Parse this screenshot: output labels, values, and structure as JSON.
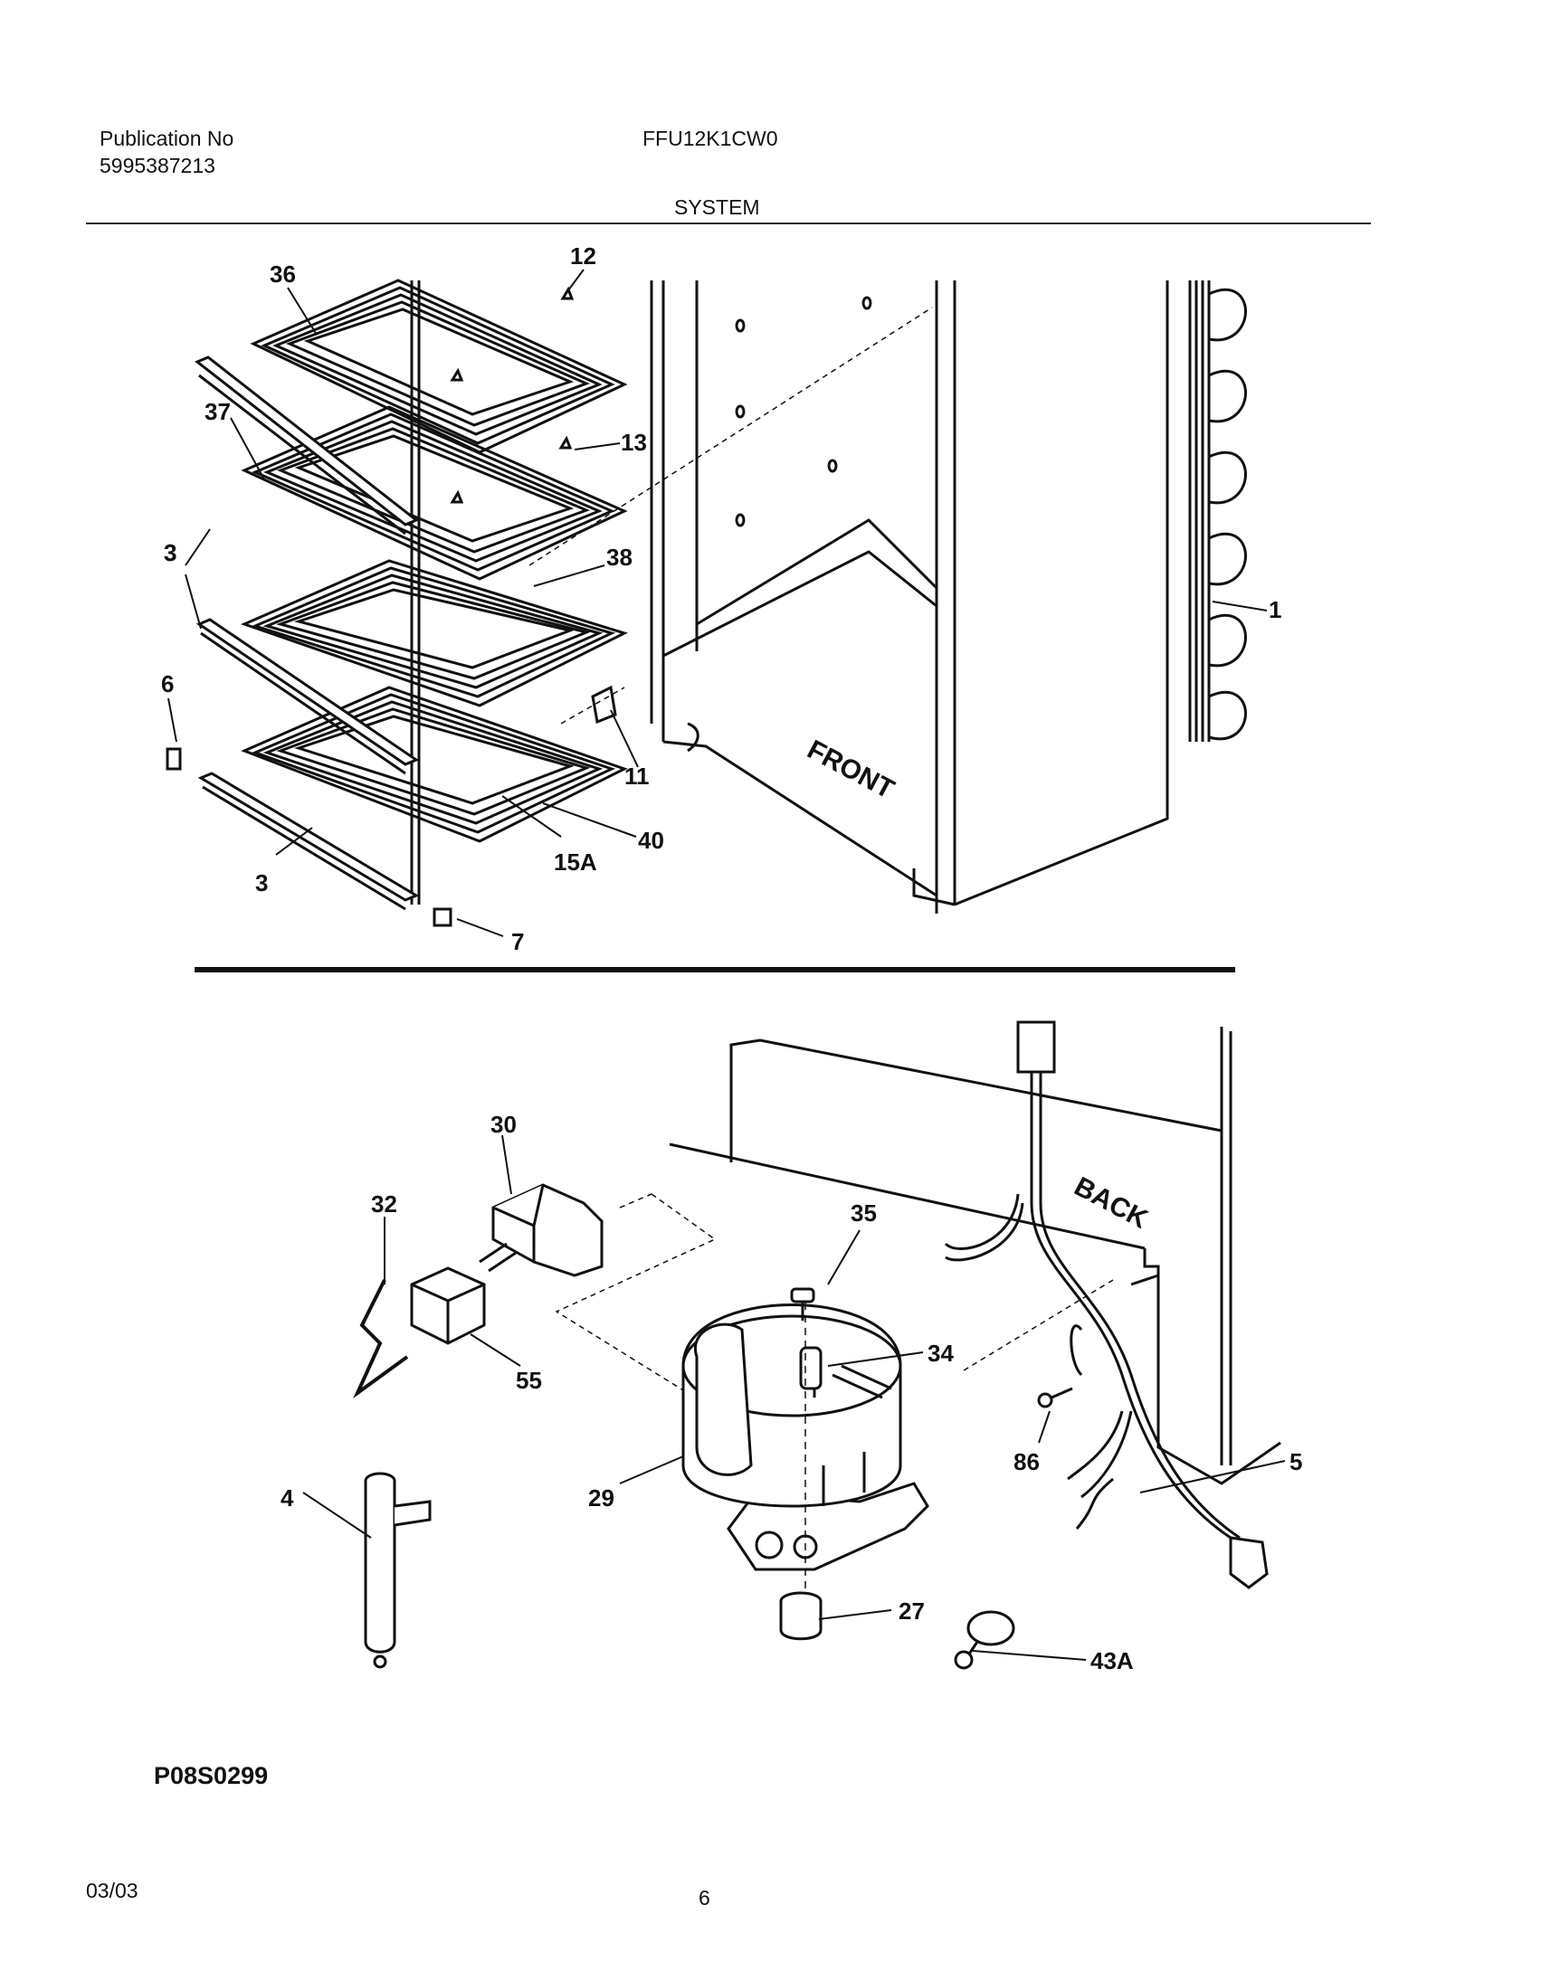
{
  "header": {
    "publication_label": "Publication No",
    "publication_number": "5995387213",
    "model": "FFU12K1CW0",
    "section": "SYSTEM"
  },
  "top_view": {
    "cabinet_label": "FRONT",
    "callouts": [
      "36",
      "12",
      "37",
      "13",
      "3",
      "38",
      "1",
      "6",
      "11",
      "3",
      "40",
      "15A",
      "3",
      "7"
    ]
  },
  "bottom_view": {
    "cabinet_label": "BACK",
    "callouts": [
      "30",
      "32",
      "35",
      "34",
      "55",
      "86",
      "5",
      "29",
      "4",
      "27",
      "43A"
    ]
  },
  "footer": {
    "drawing_code": "P08S0299",
    "date": "03/03",
    "page": "6"
  }
}
